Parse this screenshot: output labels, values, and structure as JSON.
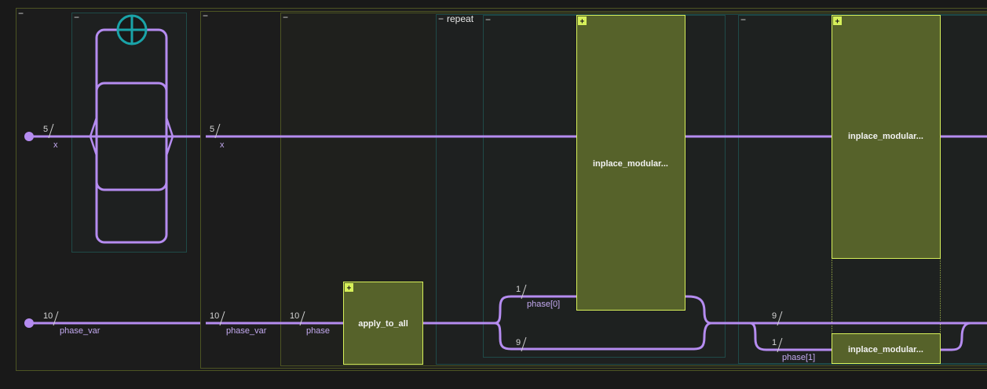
{
  "toggles": {
    "collapse": "−",
    "expand": "+"
  },
  "repeat_label": "repeat",
  "wires": {
    "x": {
      "name": "x",
      "size": "5"
    },
    "phase_var": {
      "name": "phase_var",
      "size": "10"
    },
    "phase": {
      "name": "phase",
      "size": "10"
    },
    "phase0": {
      "name": "phase[0]",
      "size": "1"
    },
    "rest1": {
      "size": "9"
    },
    "rest2": {
      "size": "9"
    },
    "phase1": {
      "name": "phase[1]",
      "size": "1"
    }
  },
  "gates": {
    "apply_to_all": "apply_to_all",
    "inplace_1": "inplace_modular...",
    "inplace_2": "inplace_modular...",
    "inplace_3": "inplace_modular..."
  },
  "colors": {
    "wire": "#b58cf0",
    "gate_fill": "#56622a",
    "gate_border": "#d7f05a",
    "frame_yellow": "#4d5423",
    "frame_teal": "#1f4a48",
    "xor_symbol": "#1aa3a8"
  }
}
